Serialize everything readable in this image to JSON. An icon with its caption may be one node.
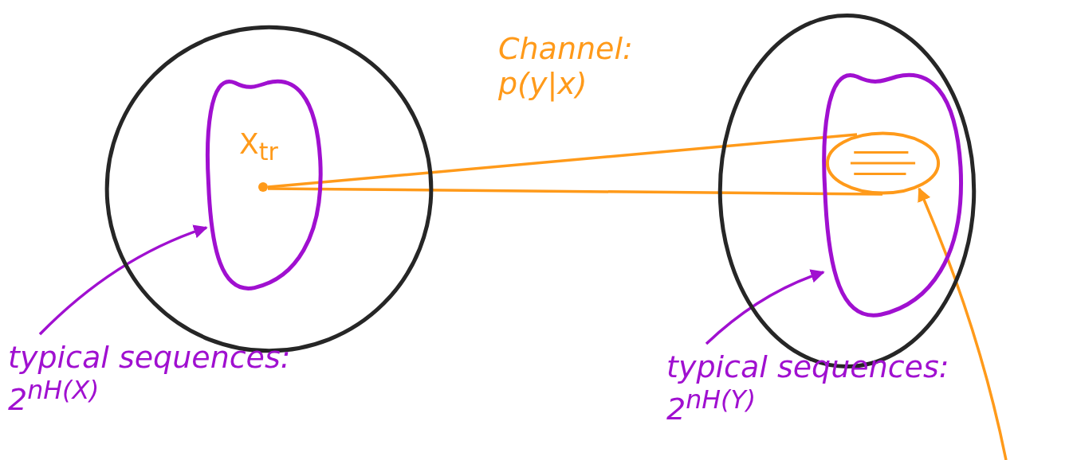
{
  "diagram": {
    "nodes": [
      {
        "text": [],
        "shape": "circle"
      },
      {
        "text": [],
        "shape": "blob",
        "in": 0
      },
      {
        "text": [
          "X$_{tr}$"
        ],
        "in": 1
      },
      {
        "text": [],
        "shape": "circle"
      },
      {
        "text": [],
        "shape": "blob",
        "in": 3
      },
      {
        "text": [],
        "shape": "ellipse",
        "in": 4
      },
      {
        "text": [
          "typical sequences: 2$^{nH(X)}$"
        ]
      },
      {
        "text": [
          "typical sequences: 2$^{nH(Y)}$"
        ]
      }
    ],
    "edges": [
      {
        "from": 2,
        "to": 5,
        "arrow": "none",
        "label": "Channel: p(y|x)"
      },
      {
        "from": 2,
        "to": 5,
        "arrow": "none"
      },
      {
        "from": 6,
        "to": 1,
        "arrow": "to",
        "color": "#a010d0"
      },
      {
        "from": 7,
        "to": 4,
        "arrow": "to",
        "color": "#a010d0"
      },
      {
        "from": null,
        "to": 5,
        "arrow": "to"
      }
    ]
  }
}
